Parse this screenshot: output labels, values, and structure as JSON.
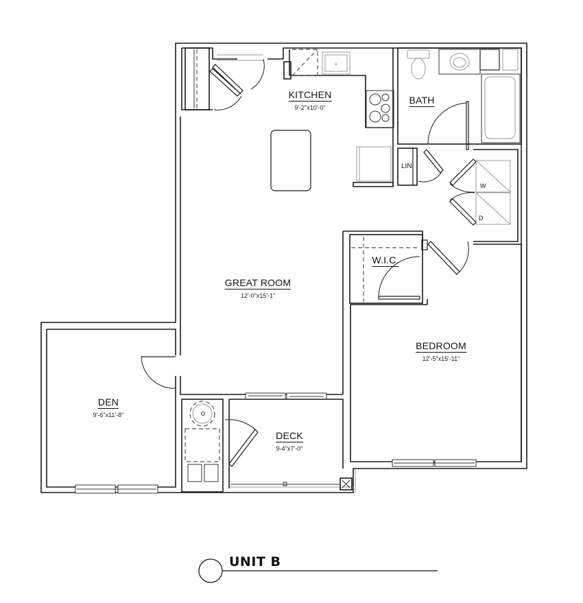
{
  "plan": {
    "title": "UNIT B",
    "rooms": {
      "kitchen": {
        "name": "KITCHEN",
        "dims": "9'-2\"x10'-0\""
      },
      "bath": {
        "name": "BATH"
      },
      "linen": {
        "name": "LIN."
      },
      "great_room": {
        "name": "GREAT ROOM",
        "dims": "12'-0\"x15'-1\""
      },
      "wic": {
        "name": "W.I.C."
      },
      "bedroom": {
        "name": "BEDROOM",
        "dims": "12'-5\"x15'-11\""
      },
      "den": {
        "name": "DEN",
        "dims": "9'-6\"x11'-8\""
      },
      "deck": {
        "name": "DECK",
        "dims": "9-4\"x7'-0\""
      }
    },
    "appliances": {
      "washer": "W",
      "dryer": "D"
    },
    "colors": {
      "wall": "#1a1a1a",
      "fixture": "#9a9a9a",
      "background": "#ffffff"
    }
  }
}
